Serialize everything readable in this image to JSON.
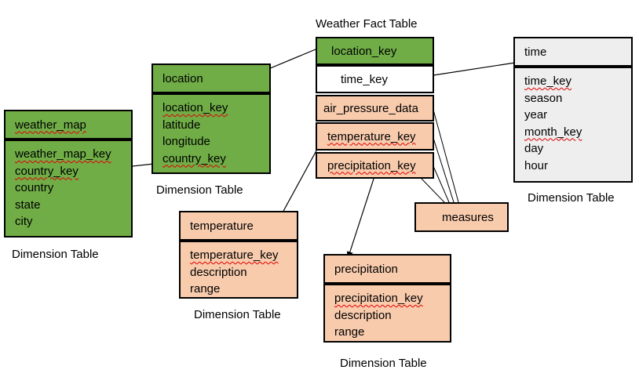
{
  "fact_table": {
    "title": "Weather Fact Table",
    "rows": [
      "location_key",
      "time_key",
      "air_pressure_data",
      "temperature_key",
      "precipitation_key"
    ]
  },
  "weather_map": {
    "header": "weather_map",
    "fields": [
      "weather_map_key",
      "country_key",
      "country",
      "state",
      "city"
    ],
    "caption": "Dimension Table"
  },
  "location": {
    "header": "location",
    "fields": [
      "location_key",
      "latitude",
      "longitude",
      "country_key"
    ],
    "caption": "Dimension Table"
  },
  "time": {
    "header": "time",
    "fields": [
      "time_key",
      "season",
      "year",
      "month_key",
      "day",
      "hour"
    ],
    "caption": "Dimension Table"
  },
  "temperature": {
    "header": "temperature",
    "fields": [
      "temperature_key",
      "description",
      "range"
    ],
    "caption": "Dimension Table"
  },
  "precipitation": {
    "header": "precipitation",
    "fields": [
      "precipitation_key",
      "description",
      "range"
    ],
    "caption": "Dimension Table"
  },
  "measures": {
    "label": "measures"
  },
  "colors": {
    "green": "#70ad47",
    "peach": "#f8cbad",
    "grey": "#eeeeee",
    "spellcheck": "#e00000"
  }
}
